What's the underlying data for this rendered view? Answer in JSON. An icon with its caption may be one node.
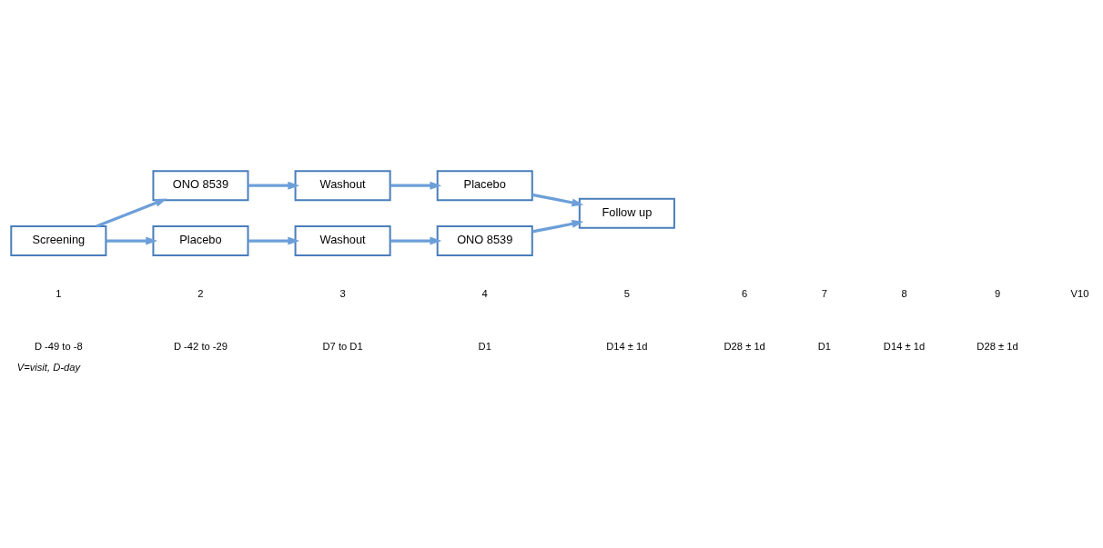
{
  "diagram": {
    "caption": "V=visit, D-day",
    "nodes": [
      {
        "text": [
          "Screening"
        ]
      },
      {
        "text": [
          "ONO 8539"
        ]
      },
      {
        "text": [
          "Washout"
        ]
      },
      {
        "text": [
          "Placebo"
        ]
      },
      {
        "text": [
          "Follow up"
        ]
      },
      {
        "text": [
          "Placebo"
        ]
      },
      {
        "text": [
          "Washout"
        ]
      },
      {
        "text": [
          "ONO 8539"
        ]
      }
    ],
    "edges": [
      {
        "from": 0,
        "to": 1,
        "arrow": "to"
      },
      {
        "from": 1,
        "to": 2,
        "arrow": "to"
      },
      {
        "from": 2,
        "to": 3,
        "arrow": "to"
      },
      {
        "from": 3,
        "to": 4,
        "arrow": "to"
      },
      {
        "from": 0,
        "to": 5,
        "arrow": "to"
      },
      {
        "from": 5,
        "to": 6,
        "arrow": "to"
      },
      {
        "from": 6,
        "to": 7,
        "arrow": "to"
      },
      {
        "from": 7,
        "to": 4,
        "arrow": "to"
      }
    ],
    "labels": [
      "1",
      "2",
      "3",
      "4",
      "5",
      "6",
      "7",
      "8",
      "9",
      "V10",
      "D -49 to -8",
      "D -42 to -29",
      "D7 to D1",
      "D1",
      "D14 ± 1d",
      "D28 ± 1d",
      "D1",
      "D14 ± 1d",
      "D28 ± 1d"
    ]
  }
}
